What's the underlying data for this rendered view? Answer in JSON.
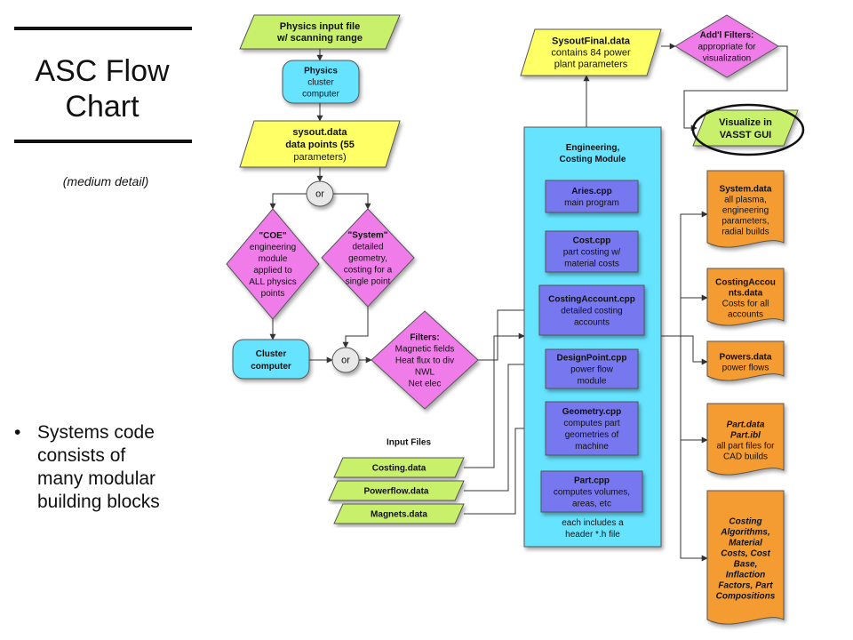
{
  "slide": {
    "title": [
      "ASC Flow",
      "Chart"
    ],
    "subtitle": "(medium detail)",
    "bullet": [
      "Systems code",
      "consists of",
      "many modular",
      "building blocks"
    ]
  },
  "colors": {
    "green": "#c9f06a",
    "yellow": "#ffff66",
    "cyan": "#66e3ff",
    "magenta": "#f07ce9",
    "blue": "#7777f0",
    "orange": "#f49c33",
    "grey": "#bbbbbb",
    "stroke": "#555555"
  },
  "nodes": [
    {
      "id": "physics-input",
      "shape": "parallelogram",
      "fill": "green",
      "lines": [
        {
          "t": "Physics input file",
          "b": 1
        },
        {
          "t": "w/ scanning range",
          "b": 1
        }
      ]
    },
    {
      "id": "physics-cluster",
      "shape": "rounded",
      "fill": "cyan",
      "lines": [
        {
          "t": "Physics",
          "b": 1
        },
        {
          "t": "cluster",
          "b": 0
        },
        {
          "t": "computer",
          "b": 0
        }
      ]
    },
    {
      "id": "sysout-data",
      "shape": "parallelogram",
      "fill": "yellow",
      "lines": [
        {
          "t": "sysout.data",
          "b": 1
        },
        {
          "t": "data points (55",
          "b": 1
        },
        {
          "t": "parameters)",
          "b": 0
        }
      ]
    },
    {
      "id": "or-top",
      "shape": "circle",
      "fill": "grey",
      "lines": [
        {
          "t": "or",
          "b": 0
        }
      ]
    },
    {
      "id": "coe",
      "shape": "diamond",
      "fill": "magenta",
      "lines": [
        {
          "t": "\"COE\"",
          "b": 1
        },
        {
          "t": "engineering",
          "b": 0
        },
        {
          "t": "module",
          "b": 0
        },
        {
          "t": "applied to",
          "b": 0
        },
        {
          "t": "ALL physics",
          "b": 0
        },
        {
          "t": "points",
          "b": 0
        }
      ]
    },
    {
      "id": "system",
      "shape": "diamond",
      "fill": "magenta",
      "lines": [
        {
          "t": "\"System\"",
          "b": 1
        },
        {
          "t": "detailed",
          "b": 0
        },
        {
          "t": "geometry,",
          "b": 0
        },
        {
          "t": "costing for a",
          "b": 0
        },
        {
          "t": "single point",
          "b": 0
        }
      ]
    },
    {
      "id": "cluster-computer",
      "shape": "rounded",
      "fill": "cyan",
      "lines": [
        {
          "t": "Cluster",
          "b": 1
        },
        {
          "t": "computer",
          "b": 1
        }
      ]
    },
    {
      "id": "or-bottom",
      "shape": "circle",
      "fill": "grey",
      "lines": [
        {
          "t": "or",
          "b": 0
        }
      ]
    },
    {
      "id": "filters",
      "shape": "diamond",
      "fill": "magenta",
      "lines": [
        {
          "t": "Filters:",
          "b": 1
        },
        {
          "t": "Magnetic fields",
          "b": 0
        },
        {
          "t": "Heat flux to div",
          "b": 0
        },
        {
          "t": "NWL",
          "b": 0
        },
        {
          "t": "Net elec",
          "b": 0
        }
      ]
    },
    {
      "id": "sysout-final",
      "shape": "parallelogram",
      "fill": "yellow",
      "lines": [
        {
          "t": "SysoutFinal.data",
          "b": 1
        },
        {
          "t": "contains 84 power",
          "b": 0
        },
        {
          "t": "plant parameters",
          "b": 0
        }
      ]
    },
    {
      "id": "addl-filters",
      "shape": "diamond",
      "fill": "magenta",
      "lines": [
        {
          "t": "Add'l Filters:",
          "b": 1
        },
        {
          "t": "appropriate for",
          "b": 0
        },
        {
          "t": "visualization",
          "b": 0
        }
      ]
    },
    {
      "id": "visualize",
      "shape": "parallelogram",
      "fill": "green",
      "lines": [
        {
          "t": "Visualize in",
          "b": 1
        },
        {
          "t": "VASST GUI",
          "b": 1
        }
      ]
    },
    {
      "id": "engineering-module",
      "shape": "rect",
      "fill": "cyan",
      "lines": [
        {
          "t": "Engineering,",
          "b": 1
        },
        {
          "t": "Costing Module",
          "b": 1
        }
      ]
    },
    {
      "id": "aries-cpp",
      "shape": "rect",
      "fill": "blue",
      "lines": [
        {
          "t": "Aries.cpp",
          "b": 1
        },
        {
          "t": "main program",
          "b": 0
        }
      ]
    },
    {
      "id": "cost-cpp",
      "shape": "rect",
      "fill": "blue",
      "lines": [
        {
          "t": "Cost.cpp",
          "b": 1
        },
        {
          "t": "part costing w/",
          "b": 0
        },
        {
          "t": "material costs",
          "b": 0
        }
      ]
    },
    {
      "id": "costingaccount-cpp",
      "shape": "rect",
      "fill": "blue",
      "lines": [
        {
          "t": "CostingAccount.cpp",
          "b": 1
        },
        {
          "t": "detailed costing",
          "b": 0
        },
        {
          "t": "accounts",
          "b": 0
        }
      ]
    },
    {
      "id": "designpoint-cpp",
      "shape": "rect",
      "fill": "blue",
      "lines": [
        {
          "t": "DesignPoint.cpp",
          "b": 1
        },
        {
          "t": "power flow",
          "b": 0
        },
        {
          "t": "module",
          "b": 0
        }
      ]
    },
    {
      "id": "geometry-cpp",
      "shape": "rect",
      "fill": "blue",
      "lines": [
        {
          "t": "Geometry.cpp",
          "b": 1
        },
        {
          "t": "computes part",
          "b": 0
        },
        {
          "t": "geometries of",
          "b": 0
        },
        {
          "t": "machine",
          "b": 0
        }
      ]
    },
    {
      "id": "part-cpp",
      "shape": "rect",
      "fill": "blue",
      "lines": [
        {
          "t": "Part.cpp",
          "b": 1
        },
        {
          "t": "computes volumes,",
          "b": 0
        },
        {
          "t": "areas, etc",
          "b": 0
        }
      ]
    },
    {
      "id": "module-footnote",
      "shape": "none",
      "fill": "cyan",
      "lines": [
        {
          "t": "each includes a",
          "b": 0
        },
        {
          "t": "header *.h file",
          "b": 0
        }
      ]
    },
    {
      "id": "input-files-label",
      "shape": "none",
      "fill": "grey",
      "lines": [
        {
          "t": "Input Files",
          "b": 1
        }
      ]
    },
    {
      "id": "costing-data",
      "shape": "parallelogram",
      "fill": "green",
      "lines": [
        {
          "t": "Costing.data",
          "b": 1
        }
      ]
    },
    {
      "id": "powerflow-data",
      "shape": "parallelogram",
      "fill": "green",
      "lines": [
        {
          "t": "Powerflow.data",
          "b": 1
        }
      ]
    },
    {
      "id": "magnets-data",
      "shape": "parallelogram",
      "fill": "green",
      "lines": [
        {
          "t": "Magnets.data",
          "b": 1
        }
      ]
    },
    {
      "id": "system-data",
      "shape": "document",
      "fill": "orange",
      "lines": [
        {
          "t": "System.data",
          "b": 1
        },
        {
          "t": "all plasma,",
          "b": 0
        },
        {
          "t": "engineering",
          "b": 0
        },
        {
          "t": "parameters,",
          "b": 0
        },
        {
          "t": "radial builds",
          "b": 0
        }
      ]
    },
    {
      "id": "costingaccounts-data",
      "shape": "document",
      "fill": "orange",
      "lines": [
        {
          "t": "CostingAccou",
          "b": 1
        },
        {
          "t": "nts.data",
          "b": 1
        },
        {
          "t": "Costs for all",
          "b": 0
        },
        {
          "t": "accounts",
          "b": 0
        }
      ]
    },
    {
      "id": "powers-data",
      "shape": "document",
      "fill": "orange",
      "lines": [
        {
          "t": "Powers.data",
          "b": 1
        },
        {
          "t": "power flows",
          "b": 0
        }
      ]
    },
    {
      "id": "part-data",
      "shape": "document",
      "fill": "orange",
      "lines": [
        {
          "t": "Part.data",
          "b": 2
        },
        {
          "t": "Part.ibl",
          "b": 2
        },
        {
          "t": "all part files for",
          "b": 0
        },
        {
          "t": "CAD builds",
          "b": 0
        }
      ]
    },
    {
      "id": "costing-algorithms",
      "shape": "document",
      "fill": "orange",
      "lines": [
        {
          "t": "Costing",
          "b": 2
        },
        {
          "t": "Algorithms,",
          "b": 2
        },
        {
          "t": "Material",
          "b": 2
        },
        {
          "t": "Costs, Cost",
          "b": 2
        },
        {
          "t": "Base,",
          "b": 2
        },
        {
          "t": "Inflaction",
          "b": 2
        },
        {
          "t": "Factors, Part",
          "b": 2
        },
        {
          "t": "Compositions",
          "b": 2
        }
      ]
    }
  ],
  "edges": [
    {
      "from": "physics-input",
      "to": "physics-cluster"
    },
    {
      "from": "physics-cluster",
      "to": "sysout-data"
    },
    {
      "from": "sysout-data",
      "to": "or-top"
    },
    {
      "from": "or-top",
      "to": "coe"
    },
    {
      "from": "or-top",
      "to": "system"
    },
    {
      "from": "coe",
      "to": "cluster-computer"
    },
    {
      "from": "cluster-computer",
      "to": "or-bottom"
    },
    {
      "from": "system",
      "to": "or-bottom"
    },
    {
      "from": "or-bottom",
      "to": "filters"
    },
    {
      "from": "filters",
      "to": "costingaccount-cpp"
    },
    {
      "from": "costing-data",
      "to": "costingaccount-cpp"
    },
    {
      "from": "powerflow-data",
      "to": "designpoint-cpp"
    },
    {
      "from": "magnets-data",
      "to": "geometry-cpp"
    },
    {
      "from": "engineering-module",
      "to": "sysout-final"
    },
    {
      "from": "sysout-final",
      "to": "addl-filters"
    },
    {
      "from": "addl-filters",
      "to": "visualize"
    },
    {
      "from": "engineering-module",
      "to": "system-data"
    },
    {
      "from": "engineering-module",
      "to": "costingaccounts-data"
    },
    {
      "from": "engineering-module",
      "to": "powers-data"
    },
    {
      "from": "engineering-module",
      "to": "part-data"
    },
    {
      "from": "engineering-module",
      "to": "costing-algorithms"
    }
  ]
}
